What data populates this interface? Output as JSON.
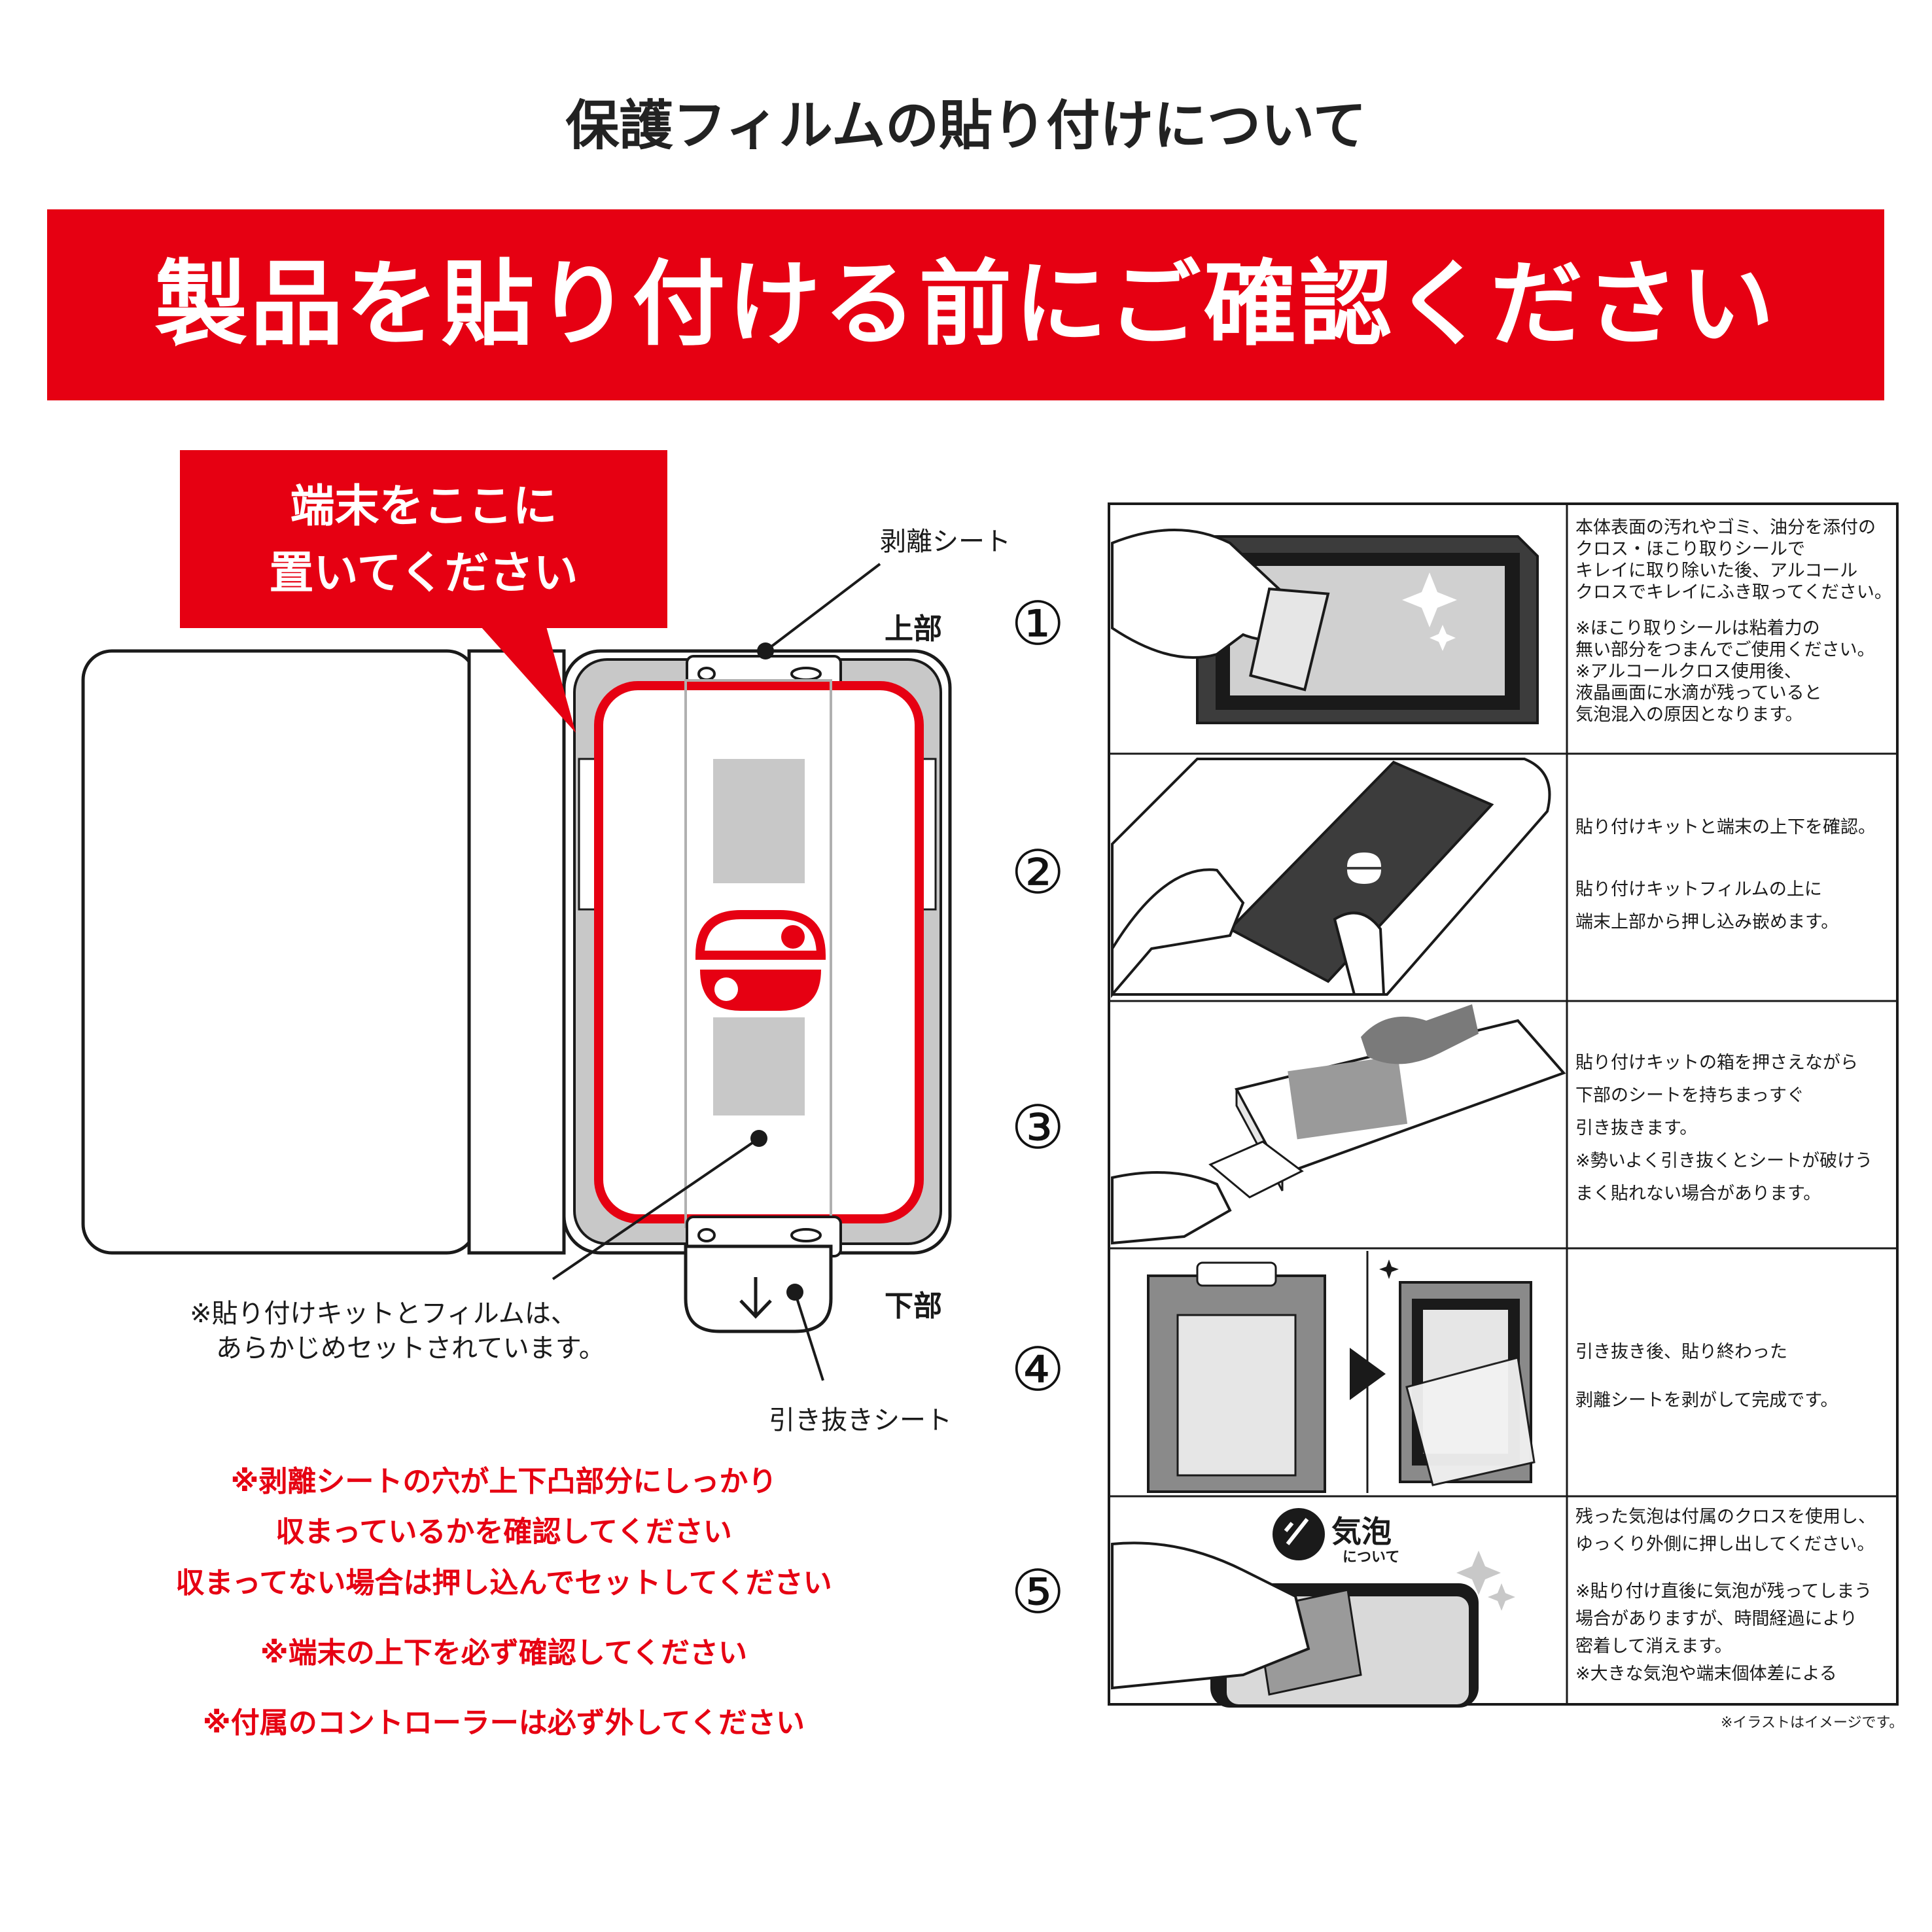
{
  "title": "保護フィルムの貼り付けについて",
  "banner": "製品を貼り付ける前にご確認ください",
  "callout": {
    "line1": "端末をここに",
    "line2": "置いてください"
  },
  "diagram_labels": {
    "peel_sheet": "剥離シート",
    "top": "上部",
    "bottom": "下部",
    "pull_sheet": "引き抜きシート",
    "kit_note_1": "※貼り付けキットとフィルムは、",
    "kit_note_2": "あらかじめセットされています。"
  },
  "warnings": [
    "※剥離シートの穴が上下凸部分にしっかり",
    "収まっているかを確認してください",
    "収まってない場合は押し込んでセットしてください",
    "※端末の上下を必ず確認してください",
    "※付属のコントローラーは必ず外してください"
  ],
  "steps": [
    {
      "number": "①",
      "lines": [
        "本体表面の汚れやゴミ、油分を添付の",
        "クロス・ほこり取りシールで",
        "キレイに取り除いた後、アルコール",
        "クロスでキレイにふき取ってください。",
        "",
        "※ほこり取りシールは粘着力の",
        "無い部分をつまんでご使用ください。",
        "※アルコールクロス使用後、",
        "液晶画面に水滴が残っていると",
        "気泡混入の原因となります。"
      ]
    },
    {
      "number": "②",
      "lines": [
        "貼り付けキットと端末の上下を確認。",
        "",
        "貼り付けキットフィルムの上に",
        "端末上部から押し込み嵌めます。"
      ]
    },
    {
      "number": "③",
      "lines": [
        "貼り付けキットの箱を押さえながら",
        "下部のシートを持ちまっすぐ",
        "引き抜きます。",
        "※勢いよく引き抜くとシートが破けう",
        "まく貼れない場合があります。"
      ]
    },
    {
      "number": "④",
      "lines": [
        "引き抜き後、貼り終わった",
        "",
        "剥離シートを剥がして完成です。"
      ]
    },
    {
      "number": "⑤",
      "lines": [
        "残った気泡は付属のクロスを使用し、",
        "ゆっくり外側に押し出してください。",
        "",
        "※貼り付け直後に気泡が残ってしまう",
        "場合がありますが、時間経過により",
        "密着して消えます。",
        "※大きな気泡や端末個体差による"
      ]
    }
  ],
  "bubble_badge": {
    "title": "気泡",
    "sub": "について"
  },
  "illustration_note": "※イラストはイメージです。",
  "colors": {
    "accent_red": "#e60012",
    "gray": "#c8c8c8",
    "dark": "#3c3c3c"
  }
}
